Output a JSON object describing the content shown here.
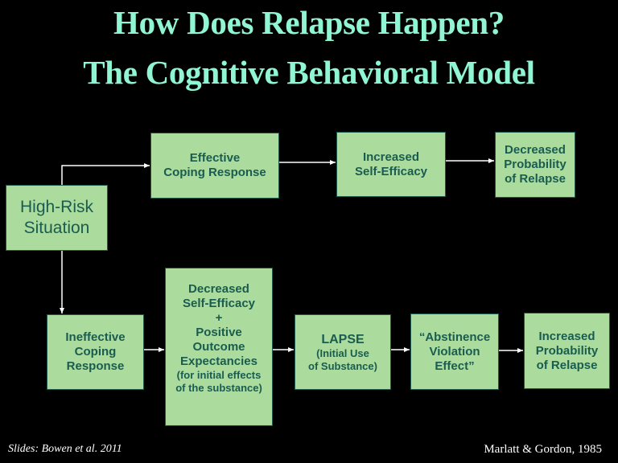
{
  "title": {
    "line1": "How Does Relapse Happen?",
    "line2": "The Cognitive Behavioral Model"
  },
  "boxes": {
    "high_risk": [
      "High-Risk",
      "Situation"
    ],
    "effective_coping": [
      "Effective",
      "Coping Response"
    ],
    "increased_self_efficacy": [
      "Increased",
      "Self-Efficacy"
    ],
    "decreased_probability": [
      "Decreased",
      "Probability",
      "of Relapse"
    ],
    "ineffective_coping": [
      "Ineffective",
      "Coping",
      "Response"
    ],
    "decreased_self_efficacy": [
      "Decreased",
      "Self-Efficacy",
      "+",
      "Positive",
      "Outcome",
      "Expectancies"
    ],
    "decreased_self_efficacy_note": [
      "(for initial effects",
      "of the substance)"
    ],
    "lapse": [
      "LAPSE"
    ],
    "lapse_note": [
      "(Initial Use",
      "of Substance)"
    ],
    "abstinence_violation": [
      "“Abstinence",
      "Violation",
      "Effect”"
    ],
    "increased_probability": [
      "Increased",
      "Probability",
      "of Relapse"
    ]
  },
  "footer": {
    "left": "Slides: Bowen et al. 2011",
    "right": "Marlatt & Gordon, 1985"
  },
  "colors": {
    "title": "#8ff5d2",
    "box_fill": "#abdc9d",
    "box_text": "#1a5c50",
    "connector": "#ffffff",
    "background": "#000000"
  }
}
